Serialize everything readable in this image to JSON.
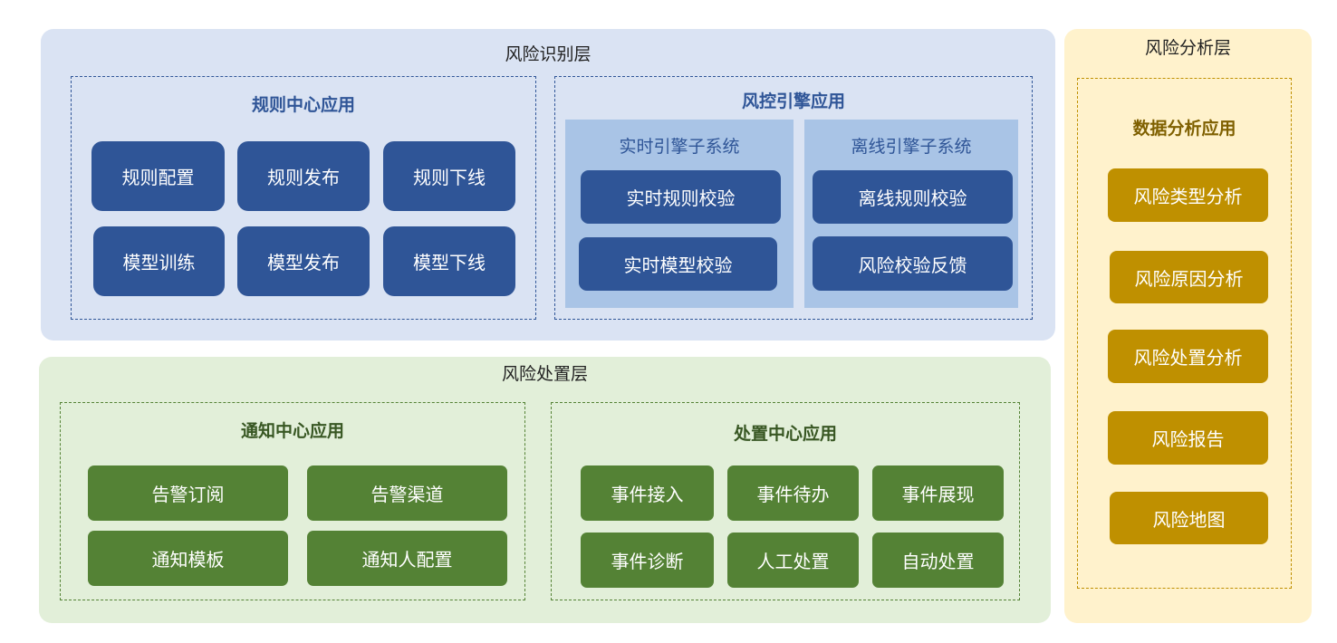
{
  "colors": {
    "identify_bg": "#dae3f3",
    "identify_box": "#2f5597",
    "identify_sub": "#a9c4e6",
    "dispose_bg": "#e2efd9",
    "dispose_box": "#548235",
    "dispose_title": "#385723",
    "analysis_bg": "#fff2cc",
    "analysis_box": "#bf9000",
    "analysis_title": "#7f6000"
  },
  "identify_layer": {
    "title": "风险识别层",
    "rule_center": {
      "title": "规则中心应用",
      "items": [
        "规则配置",
        "规则发布",
        "规则下线",
        "模型训练",
        "模型发布",
        "模型下线"
      ]
    },
    "risk_engine": {
      "title": "风控引擎应用",
      "realtime": {
        "title": "实时引擎子系统",
        "items": [
          "实时规则校验",
          "实时模型校验"
        ]
      },
      "offline": {
        "title": "离线引擎子系统",
        "items": [
          "离线规则校验",
          "风险校验反馈"
        ]
      }
    }
  },
  "dispose_layer": {
    "title": "风险处置层",
    "notify_center": {
      "title": "通知中心应用",
      "items": [
        "告警订阅",
        "告警渠道",
        "通知模板",
        "通知人配置"
      ]
    },
    "dispose_center": {
      "title": "处置中心应用",
      "items": [
        "事件接入",
        "事件待办",
        "事件展现",
        "事件诊断",
        "人工处置",
        "自动处置"
      ]
    }
  },
  "analysis_layer": {
    "title": "风险分析层",
    "data_analysis": {
      "title": "数据分析应用",
      "items": [
        "风险类型分析",
        "风险原因分析",
        "风险处置分析",
        "风险报告",
        "风险地图"
      ]
    }
  }
}
